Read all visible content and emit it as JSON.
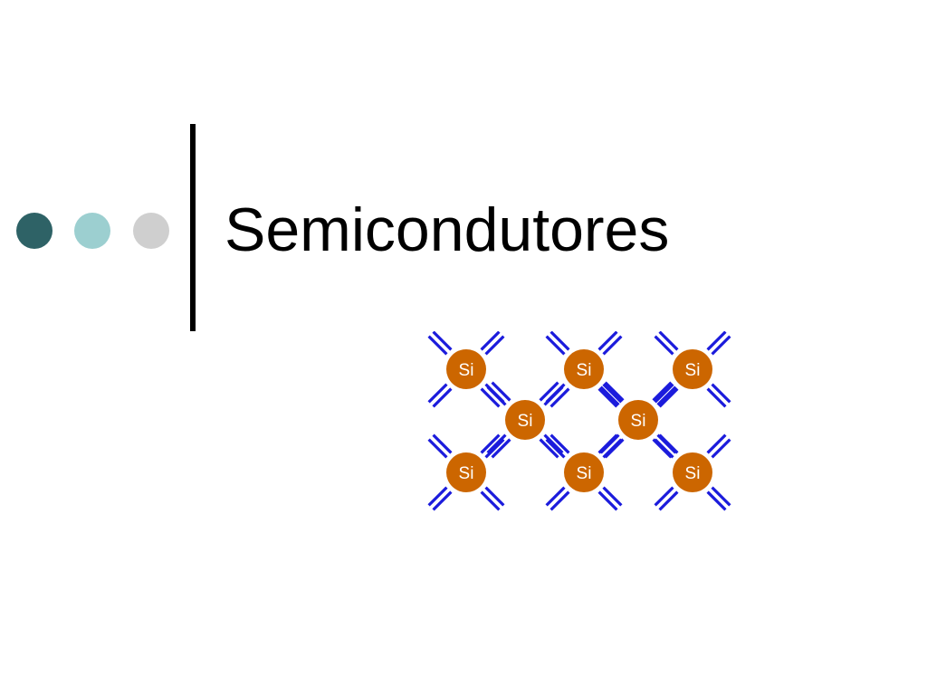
{
  "slide": {
    "title": "Semicondutores",
    "bullet_dots": [
      {
        "name": "dark-teal",
        "color": "#2e6266"
      },
      {
        "name": "light-teal",
        "color": "#9ccfd0"
      },
      {
        "name": "light-gray",
        "color": "#cfcfcf"
      }
    ]
  },
  "diagram": {
    "atom_color": "#cc6600",
    "bond_color": "#1b1bdc",
    "atoms": [
      {
        "label": "Si"
      },
      {
        "label": "Si"
      },
      {
        "label": "Si"
      },
      {
        "label": "Si"
      },
      {
        "label": "Si"
      },
      {
        "label": "Si"
      },
      {
        "label": "Si"
      },
      {
        "label": "Si"
      }
    ]
  }
}
